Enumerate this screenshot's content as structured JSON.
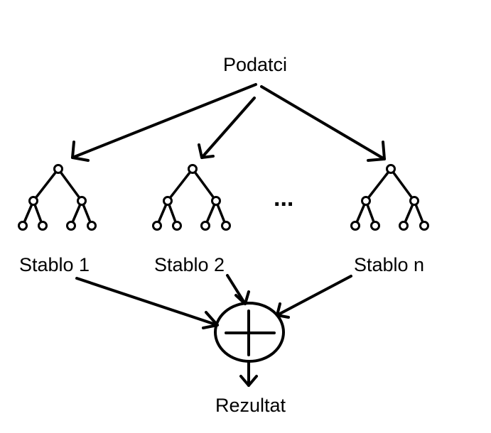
{
  "root_label": "Podatci",
  "trees": [
    {
      "label": "Stablo 1"
    },
    {
      "label": "Stablo 2"
    },
    {
      "label": "Stablo n"
    }
  ],
  "ellipsis": "...",
  "result_label": "Rezultat",
  "colors": {
    "ink": "#000000",
    "background": "#ffffff"
  }
}
